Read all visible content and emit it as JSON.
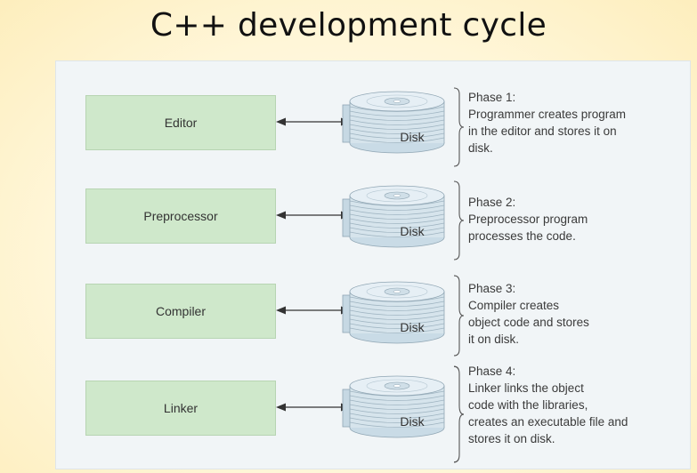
{
  "title": "C++ development cycle",
  "stages": [
    {
      "label": "Editor",
      "disk_label": "Disk",
      "phase": [
        "Phase 1:",
        "Programmer creates program",
        "in the editor and stores it on",
        "disk."
      ]
    },
    {
      "label": "Preprocessor",
      "disk_label": "Disk",
      "phase": [
        "Phase 2:",
        "Preprocessor program",
        "processes the code."
      ]
    },
    {
      "label": "Compiler",
      "disk_label": "Disk",
      "phase": [
        "Phase 3:",
        "Compiler creates",
        "object code and stores",
        "it on disk."
      ]
    },
    {
      "label": "Linker",
      "disk_label": "Disk",
      "phase": [
        "Phase 4:",
        "Linker links the object",
        "code with the libraries,",
        "creates an executable file and",
        "stores it on disk."
      ]
    }
  ],
  "colors": {
    "stage_fill": "#cfe8cb",
    "disk_fill": "#dbe7ee",
    "panel": "#f1f5f7"
  },
  "icons": {
    "connector": "double-arrow-icon",
    "storage": "disk-icon",
    "grouping": "brace-icon"
  }
}
